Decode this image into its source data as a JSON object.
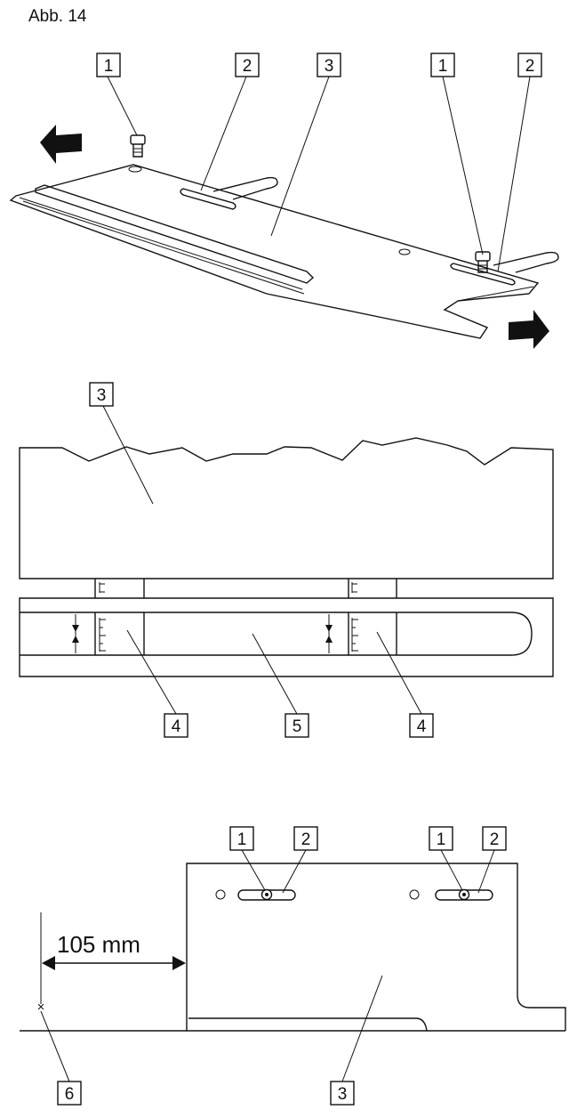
{
  "figure": {
    "title": "Abb. 14",
    "dimension_label": "105 mm"
  },
  "callouts": {
    "screw": "1",
    "slot": "2",
    "plate": "3",
    "scale": "4",
    "channel": "5",
    "reference_point": "6"
  }
}
